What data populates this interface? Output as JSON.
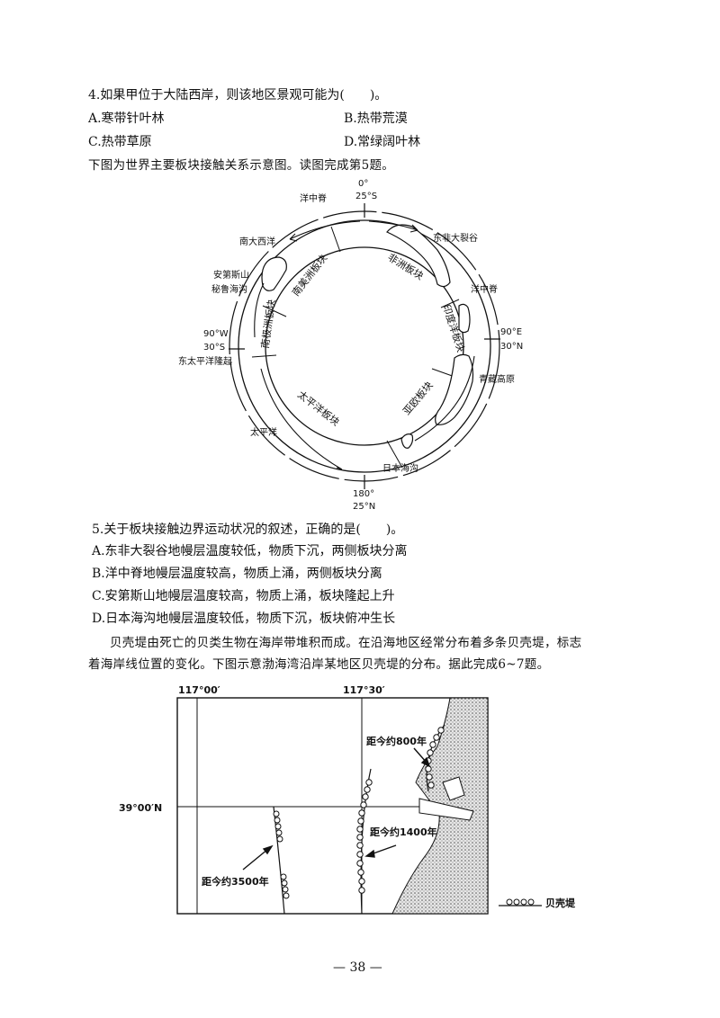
{
  "q4": {
    "stem": "4.如果甲位于大陆西岸，则该地区景观可能为(　　)。",
    "options": [
      "A.寒带针叶林",
      "B.热带荒漠",
      "C.热带草原",
      "D.常绿阔叶林"
    ]
  },
  "intro5": "下图为世界主要板块接触关系示意图。读图完成第5题。",
  "diagram1": {
    "top_coord": [
      "0°",
      "25°S"
    ],
    "bottom_coord": [
      "180°",
      "25°N"
    ],
    "left_coord": [
      "90°W",
      "30°S"
    ],
    "right_coord": [
      "90°E",
      "30°N"
    ],
    "plates": [
      "南美洲板块",
      "非洲板块",
      "印度洋板块",
      "亚欧板块",
      "太平洋板块",
      "南极洲板块"
    ],
    "features": {
      "ridge_top": "洋中脊",
      "south_atlantic": "南大西洋",
      "east_african_rift": "东非大裂谷",
      "andes": "安第斯山",
      "peru_trench": "秘鲁海沟",
      "ridge_right": "洋中脊",
      "east_pacific_rise": "东太平洋隆起",
      "tibet": "青藏高原",
      "pacific": "太平洋",
      "japan_trench": "日本海沟"
    }
  },
  "q5": {
    "stem": "5.关于板块接触边界运动状况的叙述，正确的是(　　)。",
    "options": [
      "A.东非大裂谷地幔层温度较低，物质下沉，两侧板块分离",
      "B.洋中脊地幔层温度较高，物质上涌，两侧板块分离",
      "C.安第斯山地幔层温度较高，物质上涌，板块隆起上升",
      "D.日本海沟地幔层温度较低，物质下沉，板块俯冲生长"
    ]
  },
  "intro67": [
    "贝壳堤由死亡的贝类生物在海岸带堆积而成。在沿海地区经常分布着多条贝壳堤，标志",
    "着海岸线位置的变化。下图示意渤海湾沿岸某地区贝壳堤的分布。据此完成6~7题。"
  ],
  "map": {
    "lon1": "117°00′",
    "lon2": "117°30′",
    "lat": "39°00′N",
    "label_800": "距今约800年",
    "label_1400": "距今约1400年",
    "label_3500": "距今约3500年",
    "legend": "贝壳堤"
  },
  "page_number": "— 38 —"
}
